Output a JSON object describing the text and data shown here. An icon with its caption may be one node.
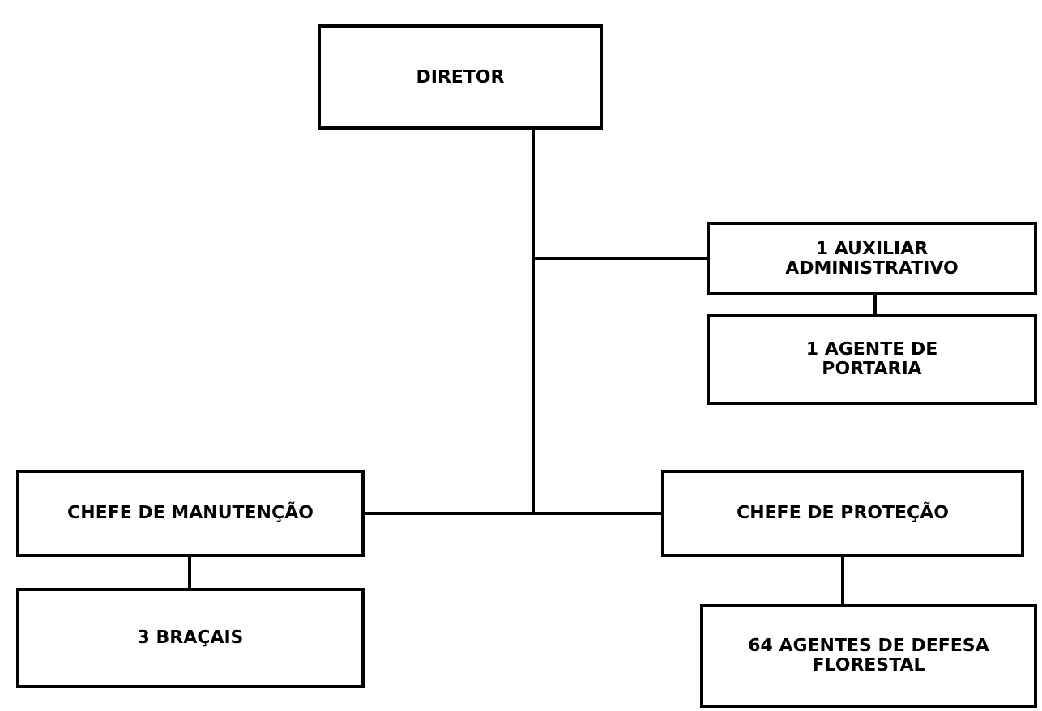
{
  "diagram": {
    "nodes": [
      {
        "text": [
          "DIRETOR"
        ]
      },
      {
        "text": [
          "1 AUXILIAR ADMINISTRATIVO"
        ]
      },
      {
        "text": [
          "1 AGENTE DE PORTARIA"
        ]
      },
      {
        "text": [
          "CHEFE DE MANUTENÇÃO"
        ]
      },
      {
        "text": [
          "CHEFE DE PROTEÇÃO"
        ]
      },
      {
        "text": [
          "3 BRAÇAIS"
        ]
      },
      {
        "text": [
          "64 AGENTES DE DEFESA FLORESTAL"
        ]
      }
    ],
    "edges": [
      {
        "from": 0,
        "to": 1,
        "arrow": "none"
      },
      {
        "from": 0,
        "to": 3,
        "arrow": "none"
      },
      {
        "from": 0,
        "to": 4,
        "arrow": "none"
      },
      {
        "from": 1,
        "to": 2,
        "arrow": "none"
      },
      {
        "from": 3,
        "to": 5,
        "arrow": "none"
      },
      {
        "from": 4,
        "to": 6,
        "arrow": "none"
      }
    ]
  }
}
